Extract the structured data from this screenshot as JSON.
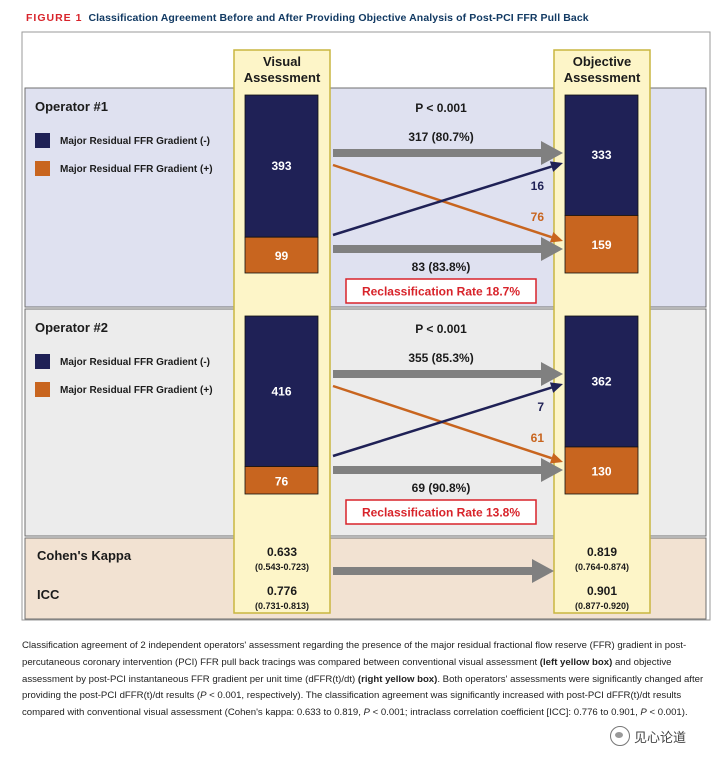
{
  "figure": {
    "label": "FIGURE 1",
    "title": "Classification Agreement Before and After Providing Objective Analysis of Post-PCI FFR Pull Back"
  },
  "colors": {
    "negative": "#1f2156",
    "positive": "#c8651f",
    "arrow_gray": "#808080",
    "panel1_bg": "#dfe1f0",
    "panel2_bg": "#ececec",
    "stats_bg": "#f2e2d2",
    "column_bg": "#fdf5c8",
    "column_border": "#c9b640",
    "rate_border": "#d8232a",
    "rate_text": "#d8232a",
    "text": "#1b1b1b"
  },
  "chart_data": {
    "type": "bar",
    "columns": [
      "Visual Assessment",
      "Objective Assessment"
    ],
    "legend": [
      {
        "key": "negative",
        "label": "Major Residual FFR Gradient (-)"
      },
      {
        "key": "positive",
        "label": "Major Residual FFR Gradient (+)"
      }
    ],
    "operators": [
      {
        "name": "Operator #1",
        "p_value": "P < 0.001",
        "visual": {
          "negative": 393,
          "positive": 99
        },
        "objective": {
          "negative": 333,
          "positive": 159
        },
        "transitions": {
          "neg_to_neg": "317 (80.7%)",
          "pos_to_neg": "16",
          "neg_to_pos": "76",
          "pos_to_pos": "83 (83.8%)"
        },
        "reclassification": "Reclassification Rate 18.7%"
      },
      {
        "name": "Operator #2",
        "p_value": "P < 0.001",
        "visual": {
          "negative": 416,
          "positive": 76
        },
        "objective": {
          "negative": 362,
          "positive": 130
        },
        "transitions": {
          "neg_to_neg": "355 (85.3%)",
          "pos_to_neg": "7",
          "neg_to_pos": "61",
          "pos_to_pos": "69 (90.8%)"
        },
        "reclassification": "Reclassification Rate 13.8%"
      }
    ],
    "stats": [
      {
        "name": "Cohen's Kappa",
        "visual": "0.633",
        "visual_ci": "(0.543-0.723)",
        "objective": "0.819",
        "objective_ci": "(0.764-0.874)"
      },
      {
        "name": "ICC",
        "visual": "0.776",
        "visual_ci": "(0.731-0.813)",
        "objective": "0.901",
        "objective_ci": "(0.877-0.920)"
      }
    ]
  },
  "caption": {
    "p1": "Classification agreement of 2 independent operators' assessment regarding the presence of the major residual fractional flow reserve (FFR) gradient in post-percutaneous coronary intervention (PCI) FFR pull back tracings was compared between conventional visual assessment ",
    "b1": "(left yellow box)",
    "p2": " and objective assessment by post-PCI instantaneous FFR gradient per unit time (dFFR(t)/dt) ",
    "b2": "(right yellow box)",
    "p3": ". Both operators' assessments were significantly changed after providing the post-PCI dFFR(t)/dt results (",
    "i1": "P",
    "p4": " < 0.001, respectively). The classification agreement was significantly increased with post-PCI dFFR(t)/dt results compared with conventional visual assessment (Cohen's kappa: 0.633 to 0.819, ",
    "i2": "P",
    "p5": " < 0.001; intraclass correlation coefficient [ICC]: 0.776 to 0.901, ",
    "i3": "P",
    "p6": " < 0.001)."
  },
  "watermark": "见心论道"
}
